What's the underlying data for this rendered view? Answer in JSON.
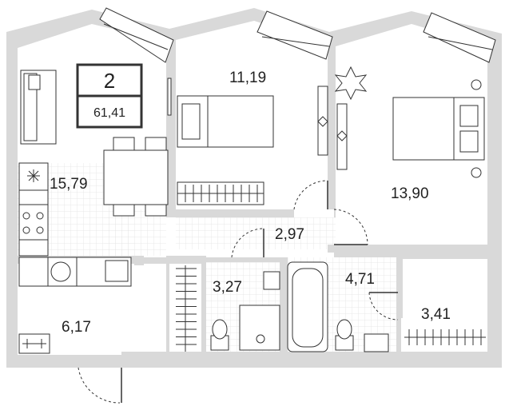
{
  "summary": {
    "rooms": "2",
    "total_area": "61,41"
  },
  "rooms": {
    "kitchen_living": "15,79",
    "bedroom_small": "11,19",
    "bedroom_master": "13,90",
    "hall": "2,97",
    "bathroom_wc": "3,27",
    "bathroom_main": "4,71",
    "wardrobe": "3,41",
    "entry": "6,17"
  },
  "colors": {
    "wall": "#d9d9d9",
    "line": "#333333",
    "grid": "#e6e6e6",
    "background": "#ffffff"
  }
}
